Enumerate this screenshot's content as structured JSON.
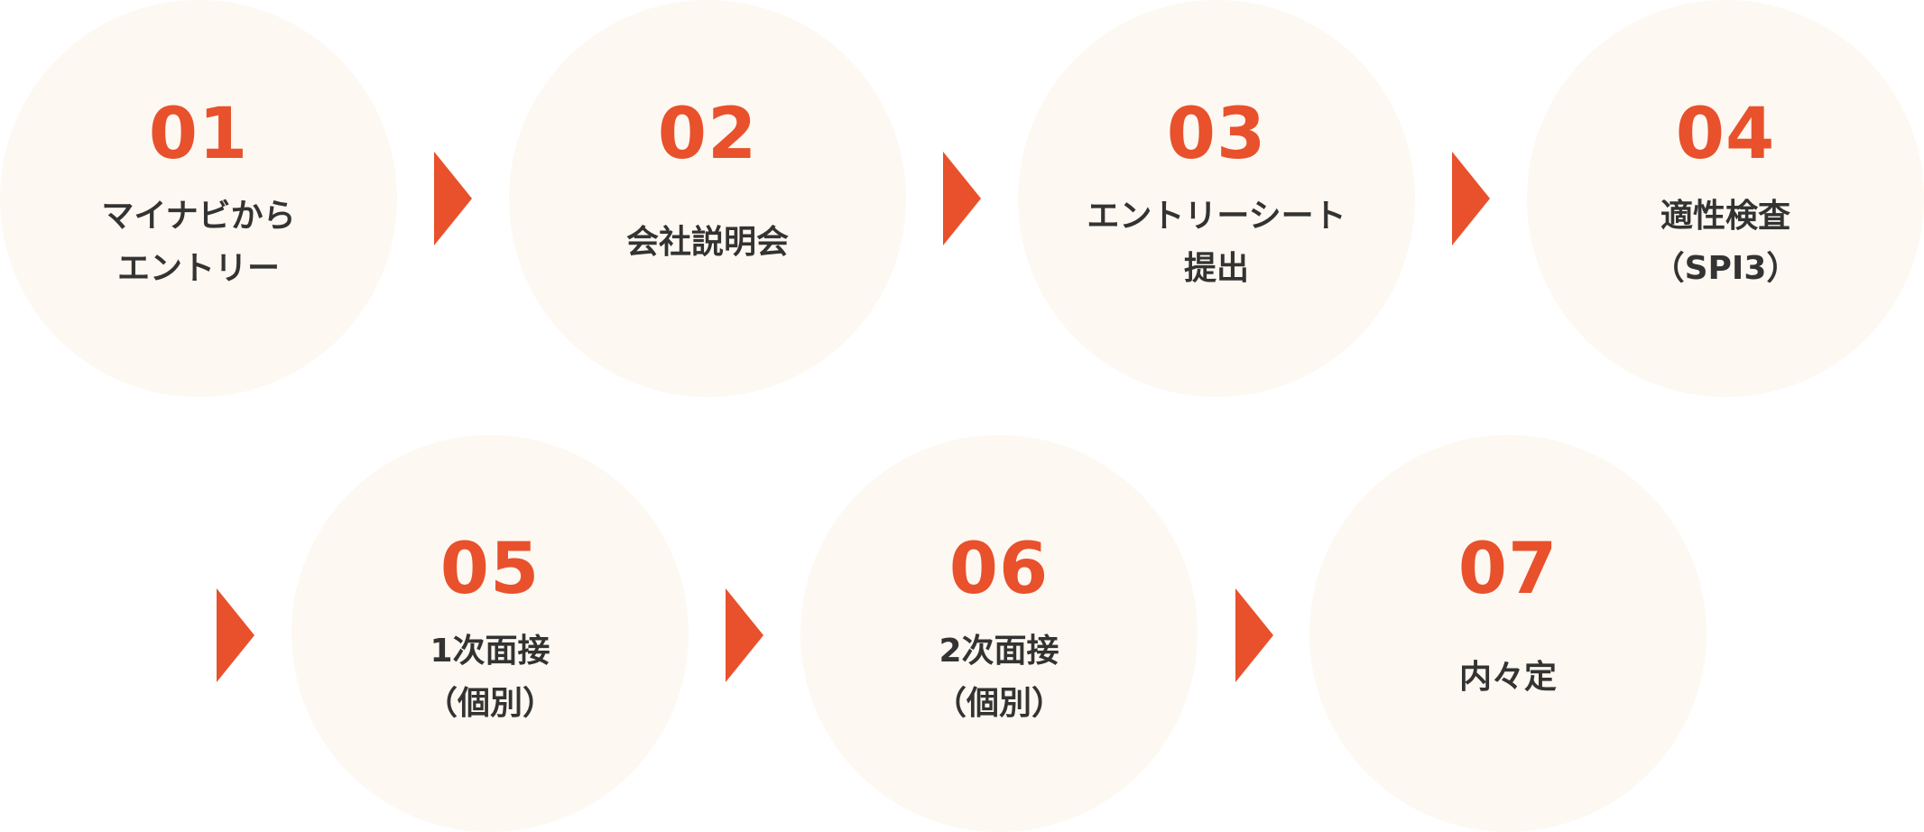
{
  "colors": {
    "accent": "#e8512c",
    "circle_fill": "#fdf8f1",
    "label_text": "#333333"
  },
  "steps": [
    {
      "number": "01",
      "label": "マイナビから\nエントリー"
    },
    {
      "number": "02",
      "label": "会社説明会"
    },
    {
      "number": "03",
      "label": "エントリーシート\n提出"
    },
    {
      "number": "04",
      "label": "適性検査\n（SPI3）"
    },
    {
      "number": "05",
      "label": "1次面接\n（個別）"
    },
    {
      "number": "06",
      "label": "2次面接\n（個別）"
    },
    {
      "number": "07",
      "label": "内々定"
    }
  ],
  "arrows": [
    {
      "icon": "triangle-right-icon"
    },
    {
      "icon": "triangle-right-icon"
    },
    {
      "icon": "triangle-right-icon"
    },
    {
      "icon": "triangle-right-icon"
    },
    {
      "icon": "triangle-right-icon"
    },
    {
      "icon": "triangle-right-icon"
    }
  ]
}
